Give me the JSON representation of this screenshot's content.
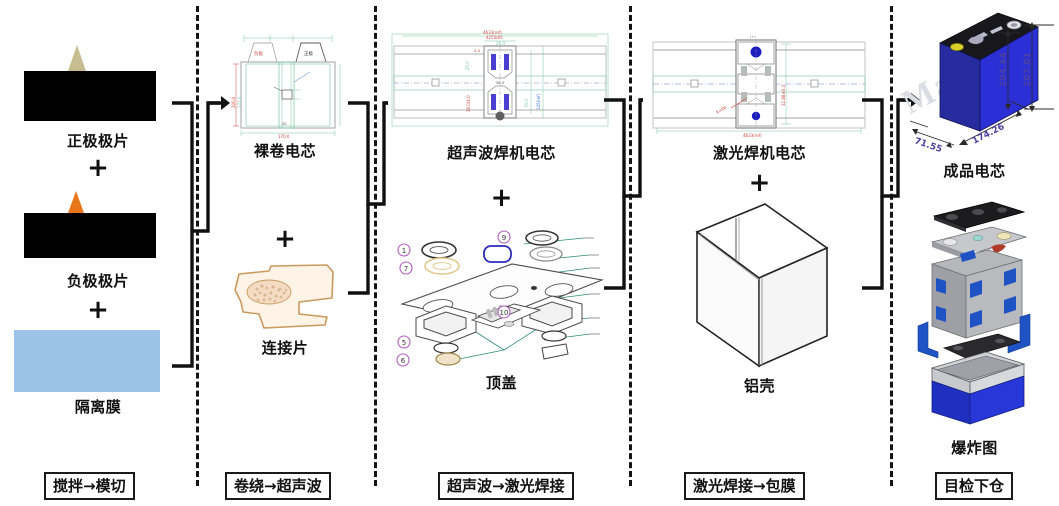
{
  "figure": {
    "type": "process-flow-diagram",
    "subject": "prismatic lithium-ion battery cell manufacturing process flow"
  },
  "columns": [
    {
      "id": "col1",
      "process_label": "搅拌→模切",
      "items": [
        {
          "label": "正极极片",
          "icon": "cathode-electrode-sheet",
          "colors": {
            "body": "#000000",
            "tab": "#c8bd91"
          }
        },
        {
          "label": "负极极片",
          "icon": "anode-electrode-sheet",
          "colors": {
            "body": "#000000",
            "tab": "#e8761a"
          }
        },
        {
          "label": "隔离膜",
          "icon": "separator-film",
          "colors": {
            "body": "#9cc2e8"
          }
        }
      ],
      "joiners": [
        "+",
        "+"
      ]
    },
    {
      "id": "col2",
      "process_label": "卷绕→超声波",
      "items": [
        {
          "label": "裸卷电芯",
          "icon": "bare-jellyroll-cad-drawing"
        },
        {
          "label": "连接片",
          "icon": "connector-tab",
          "colors": {
            "outline": "#c99a5e"
          }
        }
      ],
      "joiners": [
        "+"
      ]
    },
    {
      "id": "col3",
      "process_label": "超声波→激光焊接",
      "items": [
        {
          "label": "超声波焊机电芯",
          "icon": "ultrasonic-welded-cell-cad-drawing"
        },
        {
          "label": "顶盖",
          "icon": "top-cap-exploded-assembly"
        }
      ],
      "joiners": [
        "+"
      ]
    },
    {
      "id": "col4",
      "process_label": "激光焊接→包膜",
      "items": [
        {
          "label": "激光焊机电芯",
          "icon": "laser-welded-cell-cad-drawing"
        },
        {
          "label": "铝壳",
          "icon": "aluminum-can-shell"
        }
      ],
      "joiners": [
        "+"
      ]
    },
    {
      "id": "col5",
      "process_label": "目检下仓",
      "items": [
        {
          "label": "成品电芯",
          "icon": "finished-prismatic-cell"
        },
        {
          "label": "爆炸图",
          "icon": "exploded-assembly-view"
        }
      ],
      "joiners": []
    }
  ],
  "finished_cell_dimensions": {
    "height_inner": "204.44",
    "height_outer": "207.01",
    "length": "174.26",
    "width": "71.55",
    "units_note": "",
    "color": "#4b3fa0"
  },
  "top_cap_callouts": [
    "1",
    "7",
    "9",
    "5"
  ],
  "colors": {
    "divider": "#141414",
    "arrow": "#111111",
    "cad_red": "#d2443c",
    "cad_green": "#79c2a6",
    "cad_grey": "#b9b9b9",
    "cad_blue": "#3b2fb5",
    "callout_purple": "#b05ec0",
    "cell_blue": "#2224b8",
    "cell_body_dark": "#1c1c6e",
    "exploded_blue": "#1f53c4",
    "exploded_grey": "#a9aaae"
  }
}
